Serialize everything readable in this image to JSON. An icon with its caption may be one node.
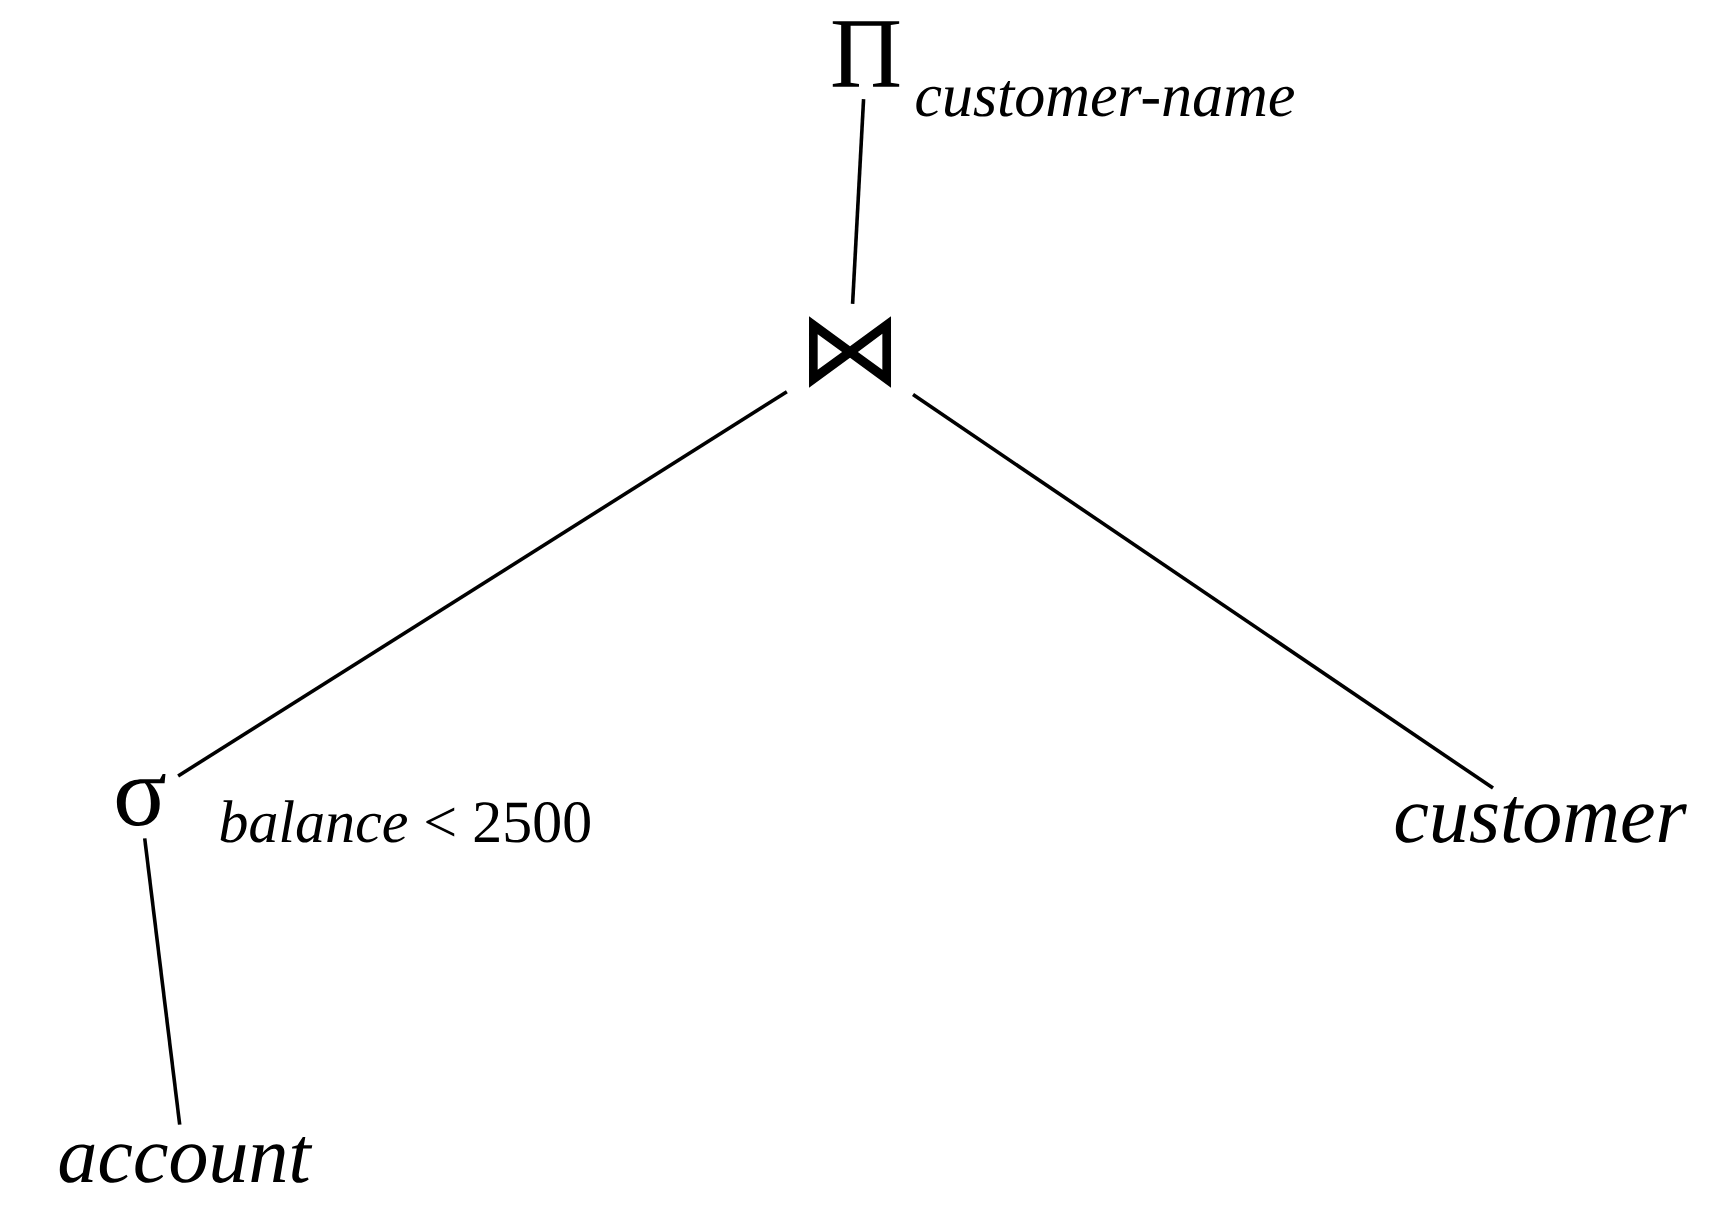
{
  "diagram": {
    "nodes": [
      {
        "text": [
          "Π",
          "customer-name"
        ]
      },
      {
        "text": [
          "⋈"
        ]
      },
      {
        "text": [
          "σ",
          "*balance* < 2500"
        ]
      },
      {
        "text": [
          "customer"
        ]
      },
      {
        "text": [
          "account"
        ]
      }
    ],
    "edges": [
      {
        "from": 0,
        "to": 1,
        "arrow": "none"
      },
      {
        "from": 1,
        "to": 2,
        "arrow": "none"
      },
      {
        "from": 1,
        "to": 3,
        "arrow": "none"
      },
      {
        "from": 2,
        "to": 4,
        "arrow": "none"
      }
    ]
  }
}
